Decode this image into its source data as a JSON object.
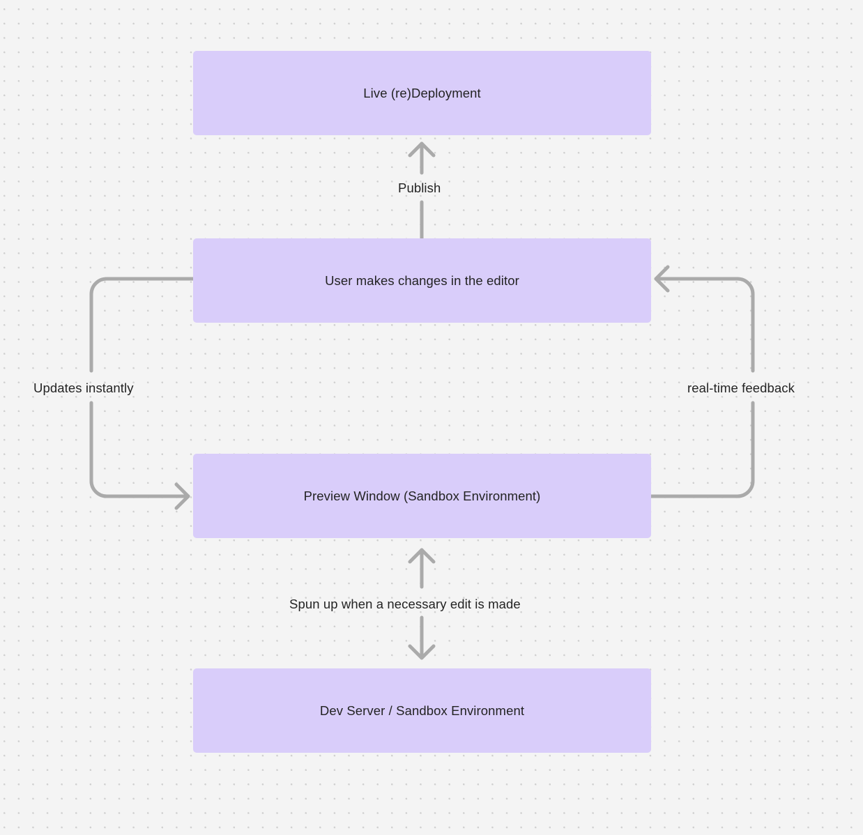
{
  "diagram": {
    "type": "flowchart",
    "background_color": "#f4f4f4",
    "grid": "dot-grid",
    "node_fill": "#d9cdfa",
    "node_text_color": "#232323",
    "edge_color": "#aaaaaa",
    "nodes": [
      {
        "id": "live",
        "label": "Live (re)Deployment"
      },
      {
        "id": "user",
        "label": "User makes changes in the editor"
      },
      {
        "id": "preview",
        "label": "Preview Window (Sandbox Environment)"
      },
      {
        "id": "devserver",
        "label": "Dev Server / Sandbox Environment"
      }
    ],
    "edges": [
      {
        "id": "publish",
        "from": "user",
        "to": "live",
        "label": "Publish",
        "direction": "up"
      },
      {
        "id": "updates",
        "from": "user",
        "to": "preview",
        "label": "Updates instantly",
        "direction": "left-loop-down"
      },
      {
        "id": "feedback",
        "from": "preview",
        "to": "user",
        "label": "real-time feedback",
        "direction": "right-loop-up"
      },
      {
        "id": "spunup",
        "from": "devserver",
        "to": "preview",
        "label": "Spun up when a necessary edit is made",
        "direction": "bidirectional"
      }
    ]
  }
}
